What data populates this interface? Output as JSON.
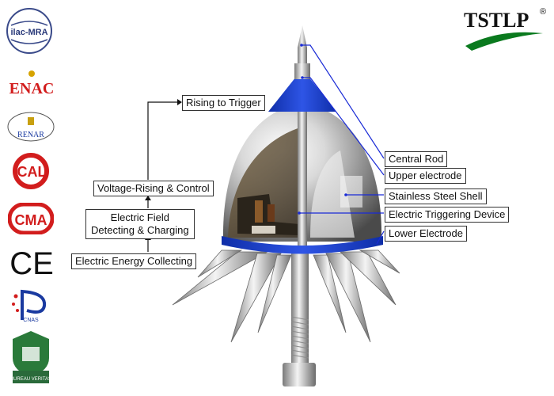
{
  "brand": {
    "name": "TSTLP",
    "trademark": "®",
    "color_primary": "#0a7a1e",
    "color_accent": "#e01010"
  },
  "certifications": [
    {
      "name": "ilac-MRA",
      "icon": "ilac-mra-logo"
    },
    {
      "name": "ENAC",
      "icon": "enac-logo"
    },
    {
      "name": "RENAR",
      "icon": "renar-logo"
    },
    {
      "name": "CAL",
      "icon": "cal-logo"
    },
    {
      "name": "CMA",
      "icon": "cma-logo"
    },
    {
      "name": "CE",
      "icon": "ce-logo"
    },
    {
      "name": "CNAS",
      "icon": "cnas-logo"
    },
    {
      "name": "BUREAU VERITAS",
      "icon": "bureau-veritas-logo"
    }
  ],
  "flow": {
    "step1": "Electric Energy Collecting",
    "step2_line1": "Electric Field",
    "step2_line2": "Detecting & Charging",
    "step3": "Voltage-Rising & Control",
    "step4": "Rising to Trigger"
  },
  "parts": {
    "central_rod": "Central Rod",
    "upper_electrode": "Upper electrode",
    "shell": "Stainless Steel Shell",
    "trigger_device": "Electric Triggering Device",
    "lower_electrode": "Lower Electrode"
  },
  "colors": {
    "leader": "#1a2bd6",
    "cone_blue": "#1c3fd0",
    "flow_arrow": "#111111"
  }
}
